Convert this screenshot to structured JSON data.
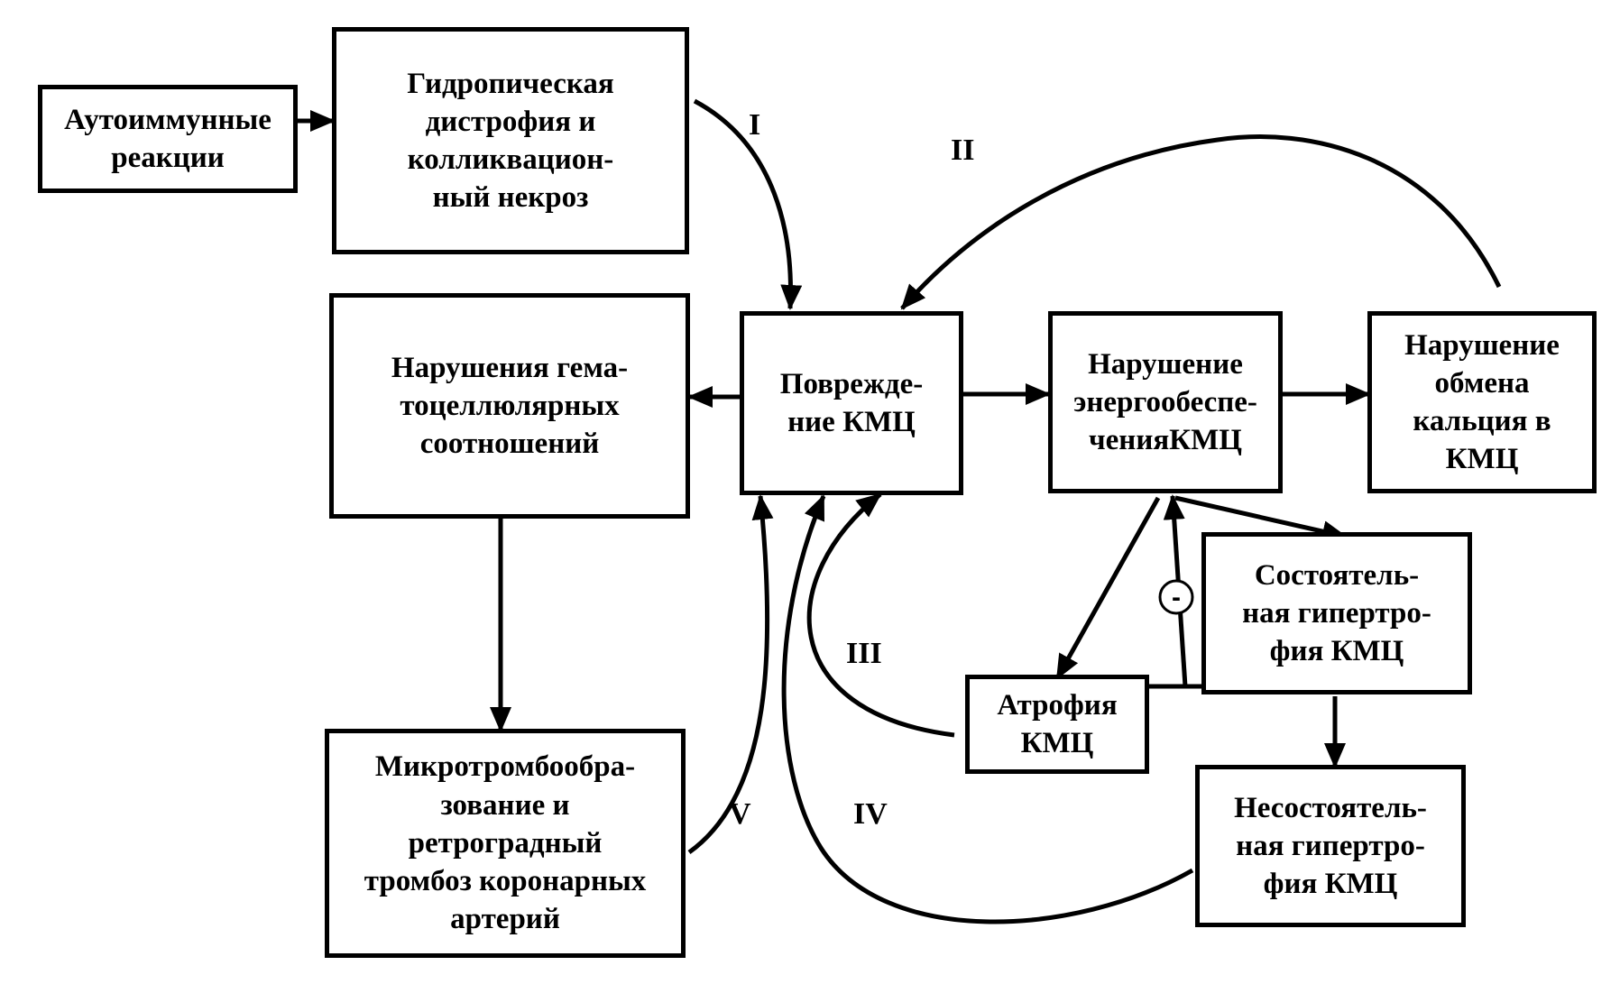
{
  "nodes": {
    "autoimmune": "Аутоиммунные\nреакции",
    "hydropic": "Гидропическая\nдистрофия и\nколликвацион-\nный некроз",
    "hemato": "Нарушения гема-\nтоцеллюлярных\nсоотношений",
    "damage": "Поврежде-\nние КМЦ",
    "energy": "Нарушение\nэнергообеспе-\nченияКМЦ",
    "calcium": "Нарушение\nобмена\nкальция в\nКМЦ",
    "micro": "Микротромбообра-\nзование и\nретроградный\nтромбоз коронарных\nартерий",
    "atrophy": "Атрофия\nКМЦ",
    "compensated": "Состоятель-\nная гипертро-\nфия КМЦ",
    "decompensated": "Несостоятель-\nная гипертро-\nфия КМЦ"
  },
  "loops": {
    "I": "I",
    "II": "II",
    "III": "III",
    "IV": "IV",
    "V": "V"
  },
  "inhibition_symbol": "-"
}
